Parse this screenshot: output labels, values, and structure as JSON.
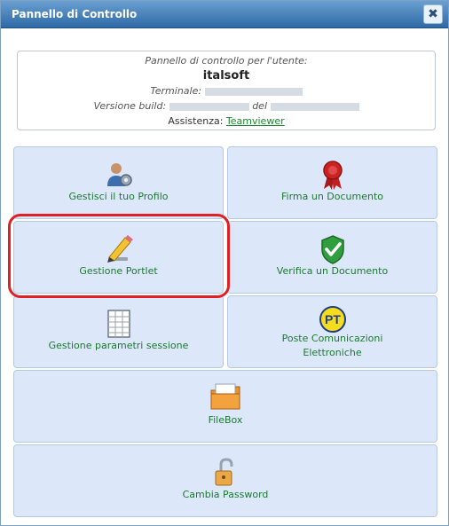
{
  "window": {
    "title": "Pannello di Controllo",
    "close_label": "✖"
  },
  "info": {
    "caption": "Pannello di controllo per l'utente:",
    "username": "italsoft",
    "terminal_label": "Terminale:",
    "build_label": "Versione build:",
    "build_of": "del",
    "support_label": "Assistenza:",
    "support_link": "Teamviewer"
  },
  "tiles": {
    "profile": {
      "label": "Gestisci il tuo Profilo",
      "icon": "user-settings-icon"
    },
    "sign": {
      "label": "Firma un Documento",
      "icon": "seal-ribbon-icon"
    },
    "portlet": {
      "label": "Gestione Portlet",
      "icon": "pencil-icon"
    },
    "verify": {
      "label": "Verifica un Documento",
      "icon": "shield-check-icon"
    },
    "session": {
      "label": "Gestione parametri sessione",
      "icon": "spreadsheet-icon"
    },
    "poste": {
      "label_line1": "Poste Comunicazioni",
      "label_line2": "Elettroniche",
      "icon": "pt-badge-icon",
      "badge_text": "PT"
    },
    "filebox": {
      "label": "FileBox",
      "icon": "folder-icon"
    },
    "password": {
      "label": "Cambia Password",
      "icon": "padlock-open-icon"
    }
  },
  "colors": {
    "title_bar": "#2e6aa6",
    "tile_bg": "#dce7fa",
    "tile_text": "#1b7a2e",
    "highlight": "#e02024"
  }
}
